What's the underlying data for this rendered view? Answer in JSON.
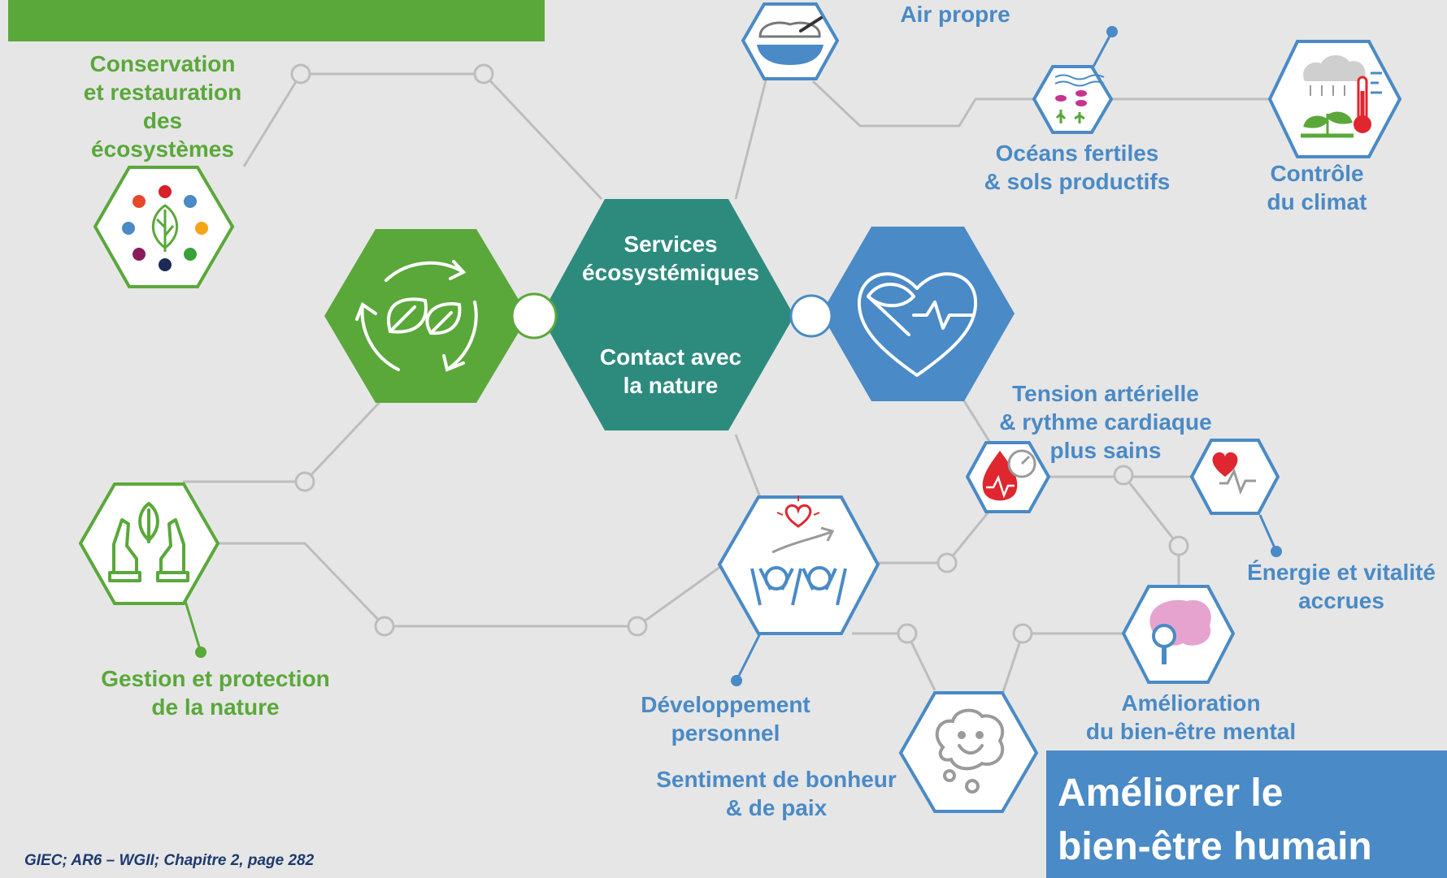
{
  "colors": {
    "background": "#e6e6e6",
    "green": "#5aa83a",
    "teal": "#2d8b7e",
    "blue": "#4a8ac6",
    "connector": "#bdbdbd",
    "citation": "#1e3a6e"
  },
  "center": {
    "line1": "Services",
    "line2": "écosystémiques",
    "line3": "Contact avec",
    "line4": "la nature"
  },
  "labels": {
    "conservation": {
      "l1": "Conservation",
      "l2": "et restauration",
      "l3": "des",
      "l4": "écosystèmes"
    },
    "gestion": {
      "l1": "Gestion et protection",
      "l2": "de la nature"
    },
    "air": "Air propre",
    "oceans": {
      "l1": "Océans fertiles",
      "l2": "& sols productifs"
    },
    "climat": {
      "l1": "Contrôle",
      "l2": "du climat"
    },
    "tension": {
      "l1": "Tension artérielle",
      "l2": "& rythme cardiaque",
      "l3": "plus sains"
    },
    "energie": {
      "l1": "Énergie et vitalité",
      "l2": "accrues"
    },
    "developpement": {
      "l1": "Développement",
      "l2": "personnel"
    },
    "bonheur": {
      "l1": "Sentiment de bonheur",
      "l2": "& de paix"
    },
    "mental": {
      "l1": "Amélioration",
      "l2": "du bien-être mental"
    }
  },
  "banner": {
    "l1": "Améliorer le",
    "l2": "bien-être humain"
  },
  "citation": "GIEC; AR6 – WGII; Chapitre 2, page 282",
  "icons": {
    "recycle": "recycle-leaf-icon",
    "heart": "heart-leaf-icon",
    "sdg": "sdg-circle-leaf-icon",
    "hands": "hands-leaf-icon",
    "bowl": "bowl-icon",
    "ocean": "fish-plants-icon",
    "climate": "rain-plant-thermometer-icon",
    "blood": "blood-drop-gauge-icon",
    "heartbeat": "heart-pulse-icon",
    "people": "people-cheering-icon",
    "brain": "brain-magnifier-icon",
    "happy": "happy-thought-icon"
  }
}
